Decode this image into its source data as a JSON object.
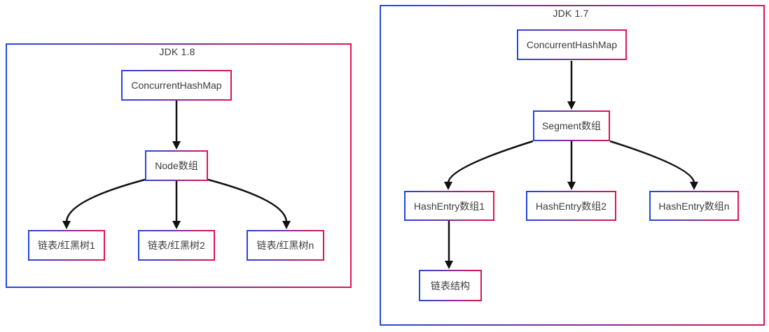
{
  "diagrams": {
    "jdk18": {
      "title": "JDK 1.8",
      "nodes": {
        "root": "ConcurrentHashMap",
        "array": "Node数组",
        "child1": "链表/红黑树1",
        "child2": "链表/红黑树2",
        "childn": "链表/红黑树n"
      }
    },
    "jdk17": {
      "title": "JDK 1.7",
      "nodes": {
        "root": "ConcurrentHashMap",
        "array": "Segment数组",
        "child1": "HashEntry数组1",
        "child2": "HashEntry数组2",
        "childn": "HashEntry数组n",
        "leaf": "链表结构"
      }
    }
  },
  "colors": {
    "border_gradient_start": "#2547de",
    "border_gradient_end": "#e01256",
    "arrow": "#111111",
    "text": "#3d3d3d",
    "background": "#ffffff"
  }
}
